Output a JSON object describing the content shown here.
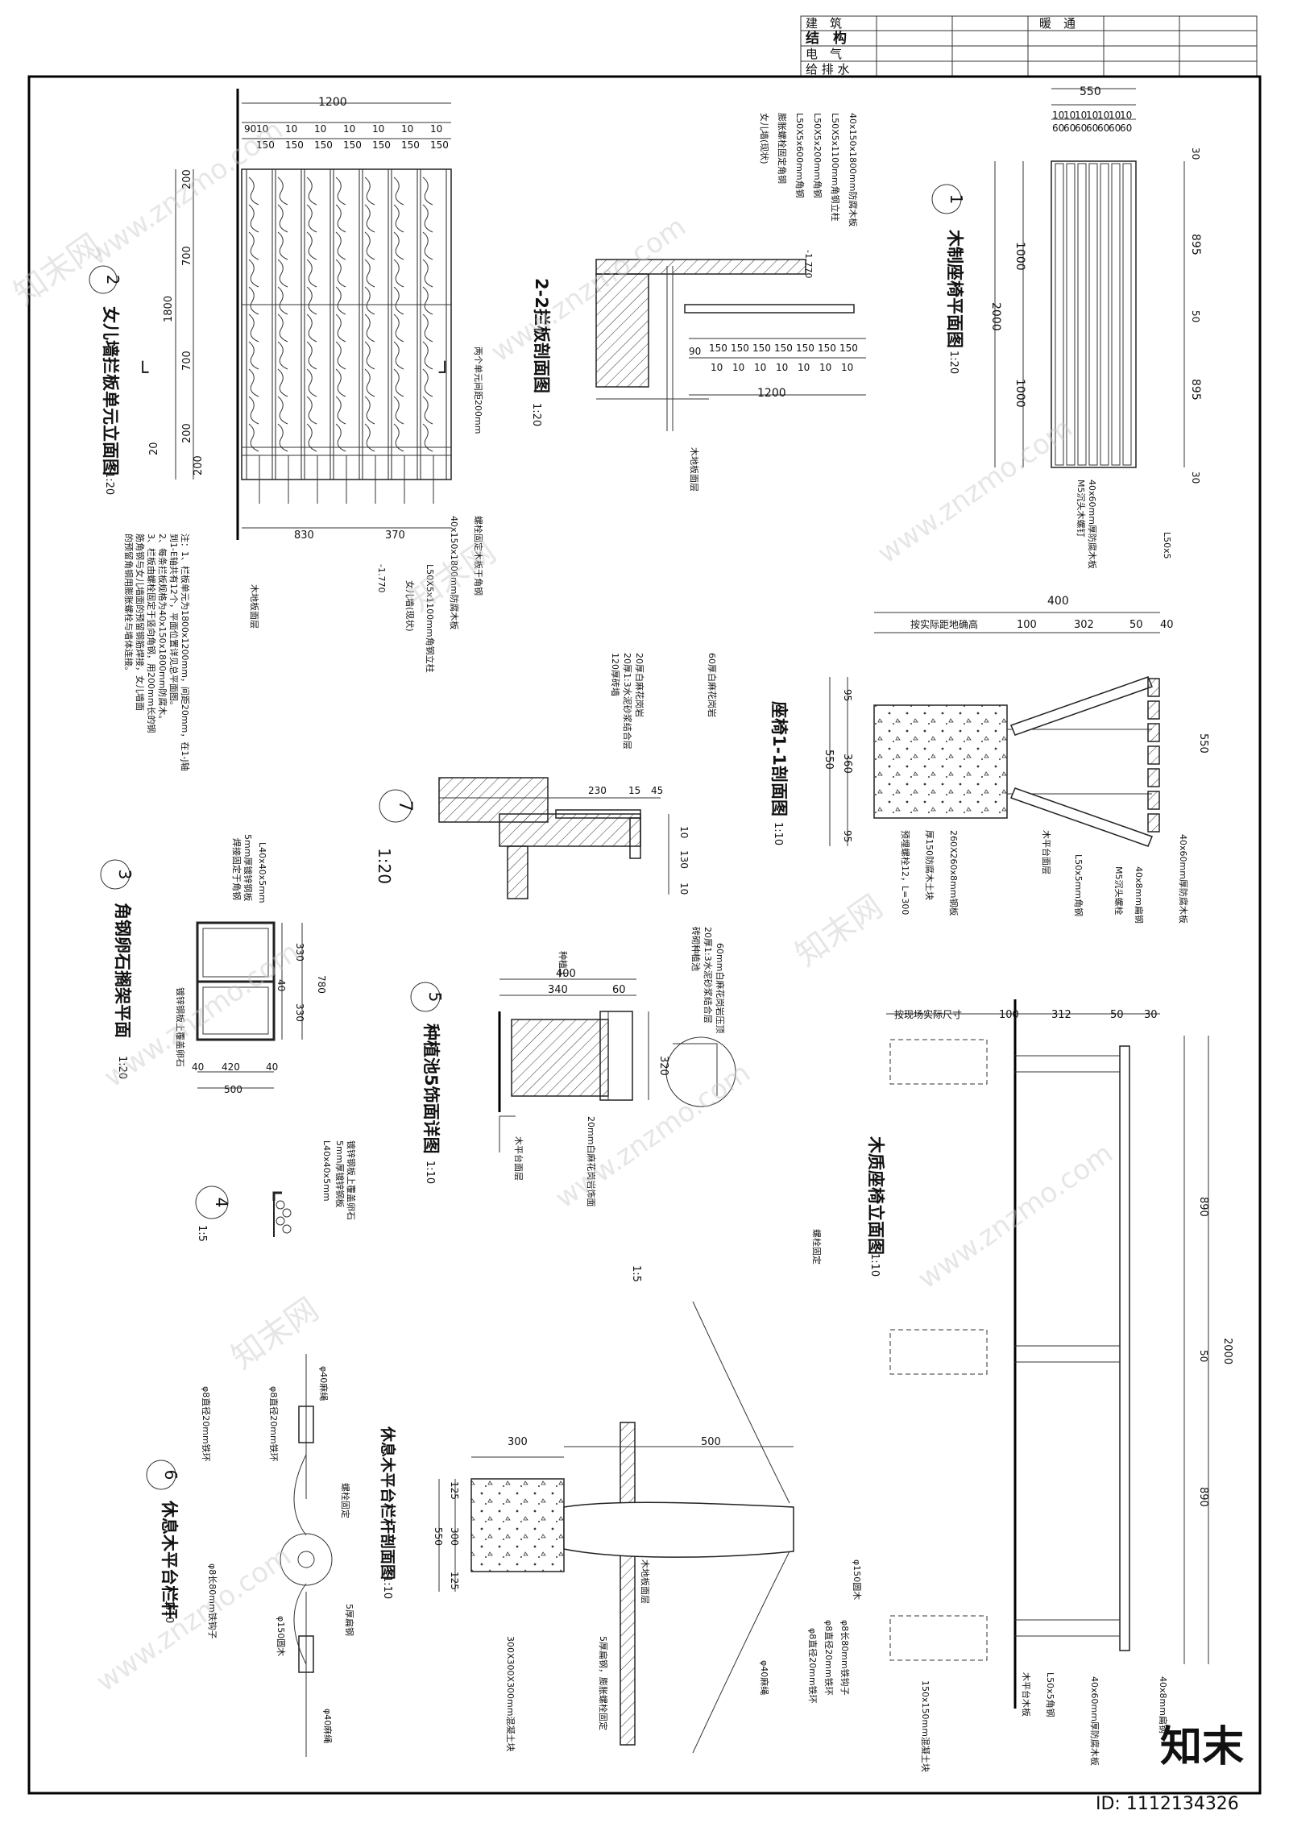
{
  "title_block": {
    "architecture": "建　筑",
    "structure": "结　构",
    "electrical": "电　气",
    "plumbing": "给 排 水",
    "hvac": "暖　通"
  },
  "details": {
    "d1": {
      "num": "1",
      "title": "木制座椅平面图",
      "scale": "1:20"
    },
    "d2": {
      "num": "2",
      "title": "女儿墙拦板单元立面图",
      "scale": "1:20"
    },
    "d22": {
      "title": "2-2拦板剖面图",
      "scale": "1:20"
    },
    "d3": {
      "num": "3",
      "title": "角钢卵石搁架平面",
      "scale": "1:20"
    },
    "d4": {
      "num": "4",
      "scale": "1:5"
    },
    "d5": {
      "num": "5",
      "title": "种植池5饰面详图",
      "scale": "1:10",
      "sub_scale": "1:5"
    },
    "d6": {
      "num": "6",
      "title": "休息木平台栏杆",
      "scale": "1:10"
    },
    "d6s": {
      "title": "休息木平台栏杆剖面图",
      "scale": "1:10"
    },
    "d7": {
      "num": "7",
      "scale": "1:20"
    },
    "seat_section": {
      "title": "座椅1-1剖面图",
      "scale": "1:10"
    },
    "seat_elev": {
      "title": "木质座椅立面图",
      "scale": "1:10"
    }
  },
  "dims": {
    "d2_total": "1200",
    "d2_90": "90",
    "d2_10": "10",
    "d2_150": "150",
    "d2_200": "200",
    "d2_700": "700",
    "d2_1800": "1800",
    "d2_20": "20",
    "d2_830": "830",
    "d2_370": "370",
    "d1_550": "550",
    "d1_1000": "1000",
    "d1_2000": "2000",
    "d1_895": "895",
    "d1_30": "30",
    "d1_50": "50",
    "d1_10": "10",
    "d1_60": "60",
    "ss_400": "400",
    "ss_100": "100",
    "ss_302": "302",
    "ss_50": "50",
    "ss_40": "40",
    "ss_95": "95",
    "ss_360": "360",
    "ss_550": "550",
    "se_312": "312",
    "se_890": "890",
    "se_2000": "2000",
    "d3_330": "330",
    "d3_780": "780",
    "d3_40": "40",
    "d3_420": "420",
    "d3_500": "500",
    "d5_400": "400",
    "d5_340": "340",
    "d5_60": "60",
    "d5_320": "320",
    "d7_230": "230",
    "d7_15": "15",
    "d7_45": "45",
    "d7_10": "10",
    "d7_130": "130",
    "d6s_300": "300",
    "d6s_500": "500",
    "d6s_125": "125",
    "d6s_550": "550",
    "d6s_300b": "300"
  },
  "notes": {
    "d2_top": "两个单元间距200mm",
    "d2_board": "40x150x1800mm防腐木板",
    "d2_bolt": "螺栓固定木板于角钢",
    "d2_angle": "L50X5x1100mm角钢立柱",
    "d2_wall": "女儿墙(现状)",
    "d2_level": "-1.770",
    "d2_floor": "木地板面层",
    "d2_note_1": "注：1、栏板单元为1800x1200mm，间距20mm，在1-J轴",
    "d2_note_2": "到1-E轴共有12个，平面位置详见总平面图。",
    "d2_note_3": "2、每条拦板规格为40x150x1800mm防腐木。",
    "d2_note_4": "3、栏板由螺栓固定于竖向角钢，用200mm长的钢",
    "d2_note_5": "筋角钢与女儿墙面的预留钢筋焊接，女儿墙面",
    "d2_note_6": "的预留角钢用膨胀螺栓与墙体连接。",
    "d22_a": "40x150x1800mm防腐木板",
    "d22_b": "L50X5x1100mm角钢立柱",
    "d22_c": "L50X5x200mm角钢",
    "d22_d": "L50X5x600mm角钢",
    "d22_e": "膨胀螺栓固定角钢",
    "d22_f": "女儿墙(现状)",
    "d22_floor": "木地板面层",
    "d1_bolt": "M5沉头木螺钉",
    "d1_board": "40x60mm厚防腐木板",
    "d1_angle": "L50x5",
    "ss_site": "按实际距地确高",
    "ss_a": "40x60mm厚防腐木板",
    "ss_b": "M5沉头螺栓",
    "ss_c": "40x8mm扁钢",
    "ss_d": "L50x5mm角钢",
    "ss_e": "260X260x8mm钢板",
    "ss_f": "厚150防腐木土块",
    "ss_g": "预埋螺栓12，L=300",
    "ss_h": "木平台面层",
    "se_site": "按现场实际尺寸",
    "se_a": "40x60mm厚防腐木板",
    "se_b": "L50x5角钢",
    "se_c": "40x8mm扁钢",
    "se_d": "木平台木板",
    "se_e": "150x150mm混凝土块",
    "d7_a": "60厚白麻花岗岩",
    "d7_b": "20厚白麻花岗岩",
    "d7_c": "20厚1:3水泥砂浆结合层",
    "d7_d": "120厚砖墙",
    "d5_a": "60mm白麻花岗岩压顶",
    "d5_b": "20厚1:3水泥砂浆结合层",
    "d5_c": "砖砌种植池",
    "d5_d": "20mm白麻花岗岩饰面",
    "d5_e": "木平台面层",
    "d5_f": "种植土",
    "d3_a": "L40x40x5mm",
    "d3_b": "5mm厚镀锌钢板",
    "d3_c": "镀锌钢板上覆盖卵石",
    "d3_d": "焊接固定于角钢",
    "d4_a": "5mm厚镀锌钢板",
    "d4_b": "L40x40x5mm",
    "d4_c": "镀锌钢板上覆盖卵石",
    "d6_a": "φ40麻绳",
    "d6_b": "φ8直径20mm铁环",
    "d6_c": "φ8直径20mm铁环",
    "d6_d": "φ8长80mm铁钩子",
    "d6_e": "φ150圆木",
    "d6_f": "5厚扁钢",
    "d6_g": "螺栓固定",
    "d6_h": "φ40麻绳",
    "d6s_a": "螺栓固定",
    "d6s_b": "φ150圆木",
    "d6s_c": "φ8长80mm铁钩子",
    "d6s_d": "φ8直径20mm铁环",
    "d6s_e": "φ8直径20mm铁环",
    "d6s_f": "φ40麻绳",
    "d6s_g": "5厚扁钢，膨胀螺栓固定",
    "d6s_h": "300X300X300mm混凝土块",
    "d6s_i": "木地板面层"
  },
  "watermarks": {
    "site": "www.znzmo.com",
    "brand": "知末网",
    "logo": "知末",
    "id": "ID: 1112134326"
  }
}
